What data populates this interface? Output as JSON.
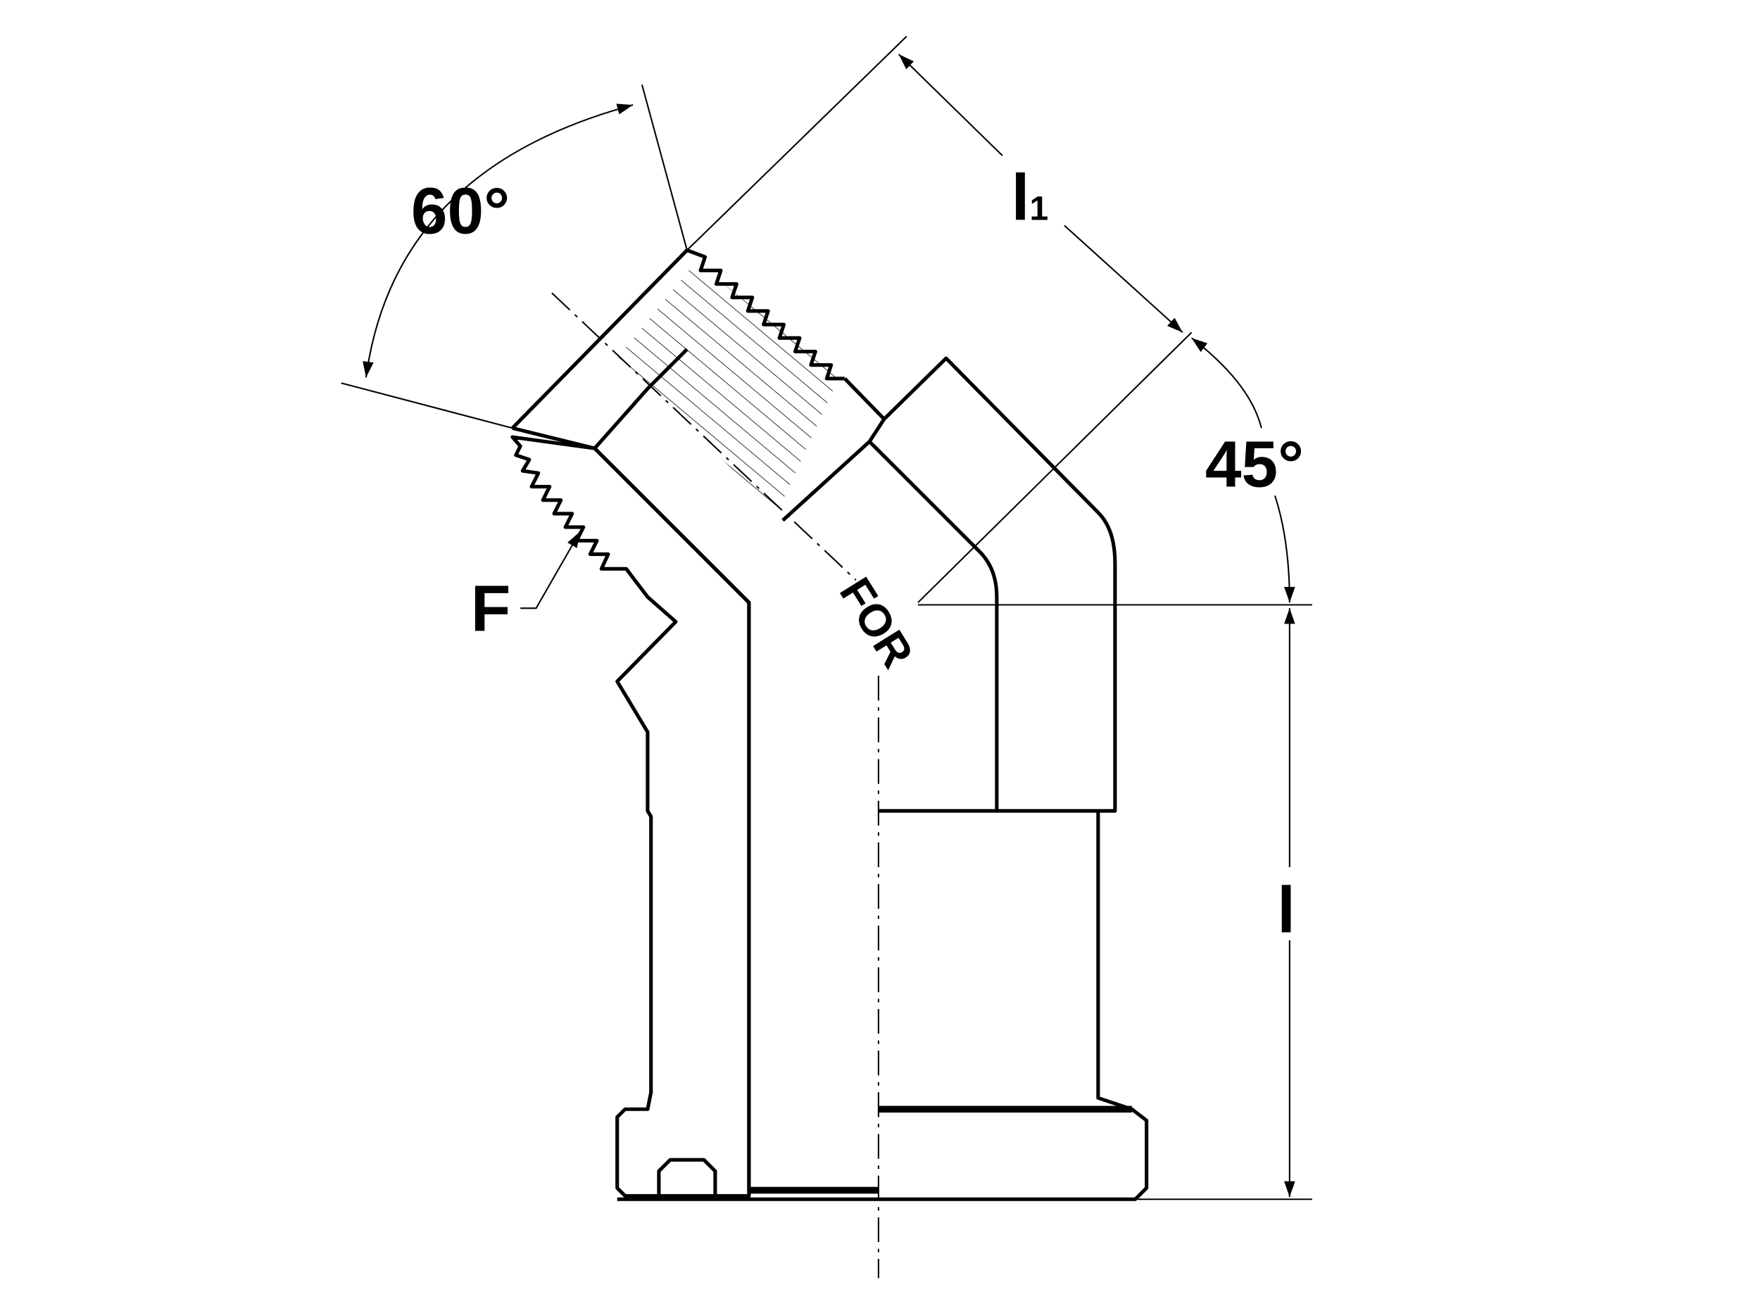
{
  "drawing": {
    "angle_thread": "60°",
    "angle_elbow": "45°",
    "length_label": "l",
    "length1_label": "l",
    "length1_subscript": "1",
    "thread_label": "F",
    "logo_text": "FOR"
  },
  "colors": {
    "line": "#000000",
    "background": "#ffffff"
  }
}
